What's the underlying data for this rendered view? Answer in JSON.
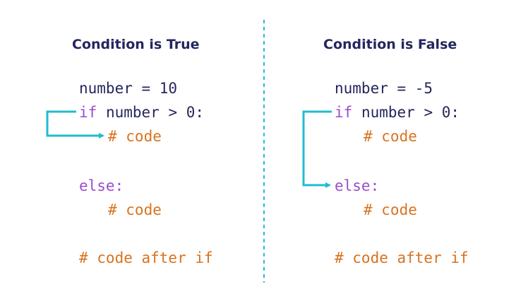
{
  "colors": {
    "title": "#25265e",
    "plain": "#25265e",
    "keyword": "#9b4dca",
    "comment": "#d9731f",
    "arrow": "#1fbcd2",
    "divider": "#1fbcd2"
  },
  "panels": {
    "left": {
      "title": "Condition is True",
      "assign": "number = 10",
      "if_keyword": "if",
      "if_rest": " number > 0:",
      "if_body": "# code",
      "else_keyword": "else:",
      "else_body": "# code",
      "after": "# code after if"
    },
    "right": {
      "title": "Condition is False",
      "assign": "number = -5",
      "if_keyword": "if",
      "if_rest": " number > 0:",
      "if_body": "# code",
      "else_keyword": "else:",
      "else_body": "# code",
      "after": "# code after if"
    }
  }
}
